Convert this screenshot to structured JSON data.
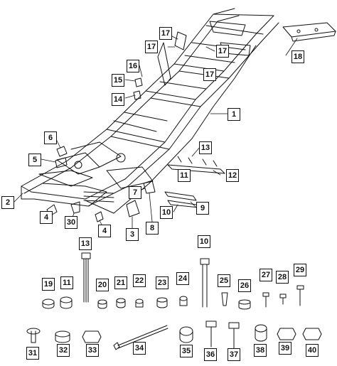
{
  "callouts": {
    "c1": "1",
    "c2": "2",
    "c3": "3",
    "c4a": "4",
    "c4b": "4",
    "c5": "5",
    "c6": "6",
    "c7": "7",
    "c8": "8",
    "c9": "9",
    "c10a": "10",
    "c10b": "10",
    "c11a": "11",
    "c11b": "11",
    "c12": "12",
    "c13a": "13",
    "c13b": "13",
    "c14": "14",
    "c15": "15",
    "c16": "16",
    "c17a": "17",
    "c17b": "17",
    "c17c": "17",
    "c17d": "17",
    "c18": "18",
    "c19": "19",
    "c20": "20",
    "c21": "21",
    "c22": "22",
    "c23": "23",
    "c24": "24",
    "c25": "25",
    "c26": "26",
    "c27": "27",
    "c28": "28",
    "c29": "29",
    "c30": "30",
    "c31": "31",
    "c32": "32",
    "c33": "33",
    "c34": "34",
    "c35": "35",
    "c36": "36",
    "c37": "37",
    "c38": "38",
    "c39": "39",
    "c40": "40"
  },
  "colors": {
    "line": "#111111",
    "callout_fill": "#c9c9c9",
    "paper": "#ffffff"
  }
}
